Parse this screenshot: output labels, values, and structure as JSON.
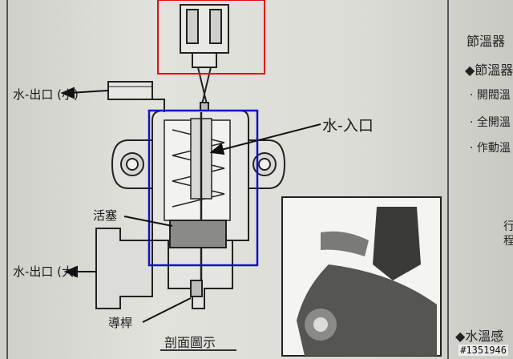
{
  "diagram": {
    "labels": {
      "outlet_small": "水-出口 (小)",
      "inlet": "水-入口",
      "piston": "活塞",
      "outlet_large": "水-出口 (大)",
      "rod": "導桿",
      "caption": "剖面圖示"
    },
    "highlight_colors": {
      "connector_box": "#e01010",
      "body_box": "#1010d0"
    }
  },
  "side_column": {
    "heading": "節溫器",
    "section_1": "◆節溫器",
    "bullets": [
      "開閥溫",
      "全開溫",
      "作動溫"
    ],
    "section_2": "◆水溫感",
    "fragments": [
      "行",
      "程"
    ]
  },
  "watermark": "#1351946"
}
